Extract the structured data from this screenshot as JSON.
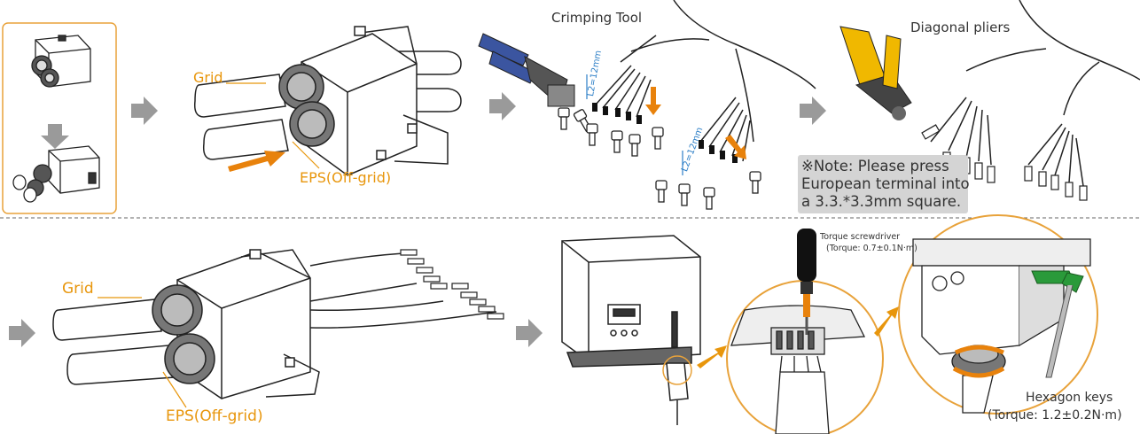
{
  "colors": {
    "accent": "#e8960c",
    "arrow": "#9a9a9a",
    "line": "#222222",
    "note_bg": "#d4d4d4"
  },
  "top_row": {
    "step2": {
      "grid_label": "Grid",
      "eps_label": "EPS(Off-grid)"
    },
    "step3": {
      "tool_label": "Crimping Tool",
      "length_label_1": "L2=12mm",
      "length_label_2": "L2=12mm"
    },
    "step4": {
      "tool_label": "Diagonal pliers",
      "note_lines": [
        "※Note: Please press",
        "European terminal into",
        "a 3.3.*3.3mm square."
      ]
    }
  },
  "bottom_row": {
    "step1": {
      "grid_label": "Grid",
      "eps_label": "EPS(Off-grid)"
    },
    "step2": {
      "screwdriver_label": "Torque screwdriver",
      "screwdriver_torque": "(Torque: 0.7±0.1N·m)",
      "hex_label": "Hexagon keys",
      "hex_torque": "(Torque: 1.2±0.2N·m)"
    }
  },
  "icons": [
    "step-arrow-icon",
    "crimping-tool-icon",
    "diagonal-pliers-icon",
    "torque-screwdriver-icon",
    "hexagon-key-icon"
  ]
}
